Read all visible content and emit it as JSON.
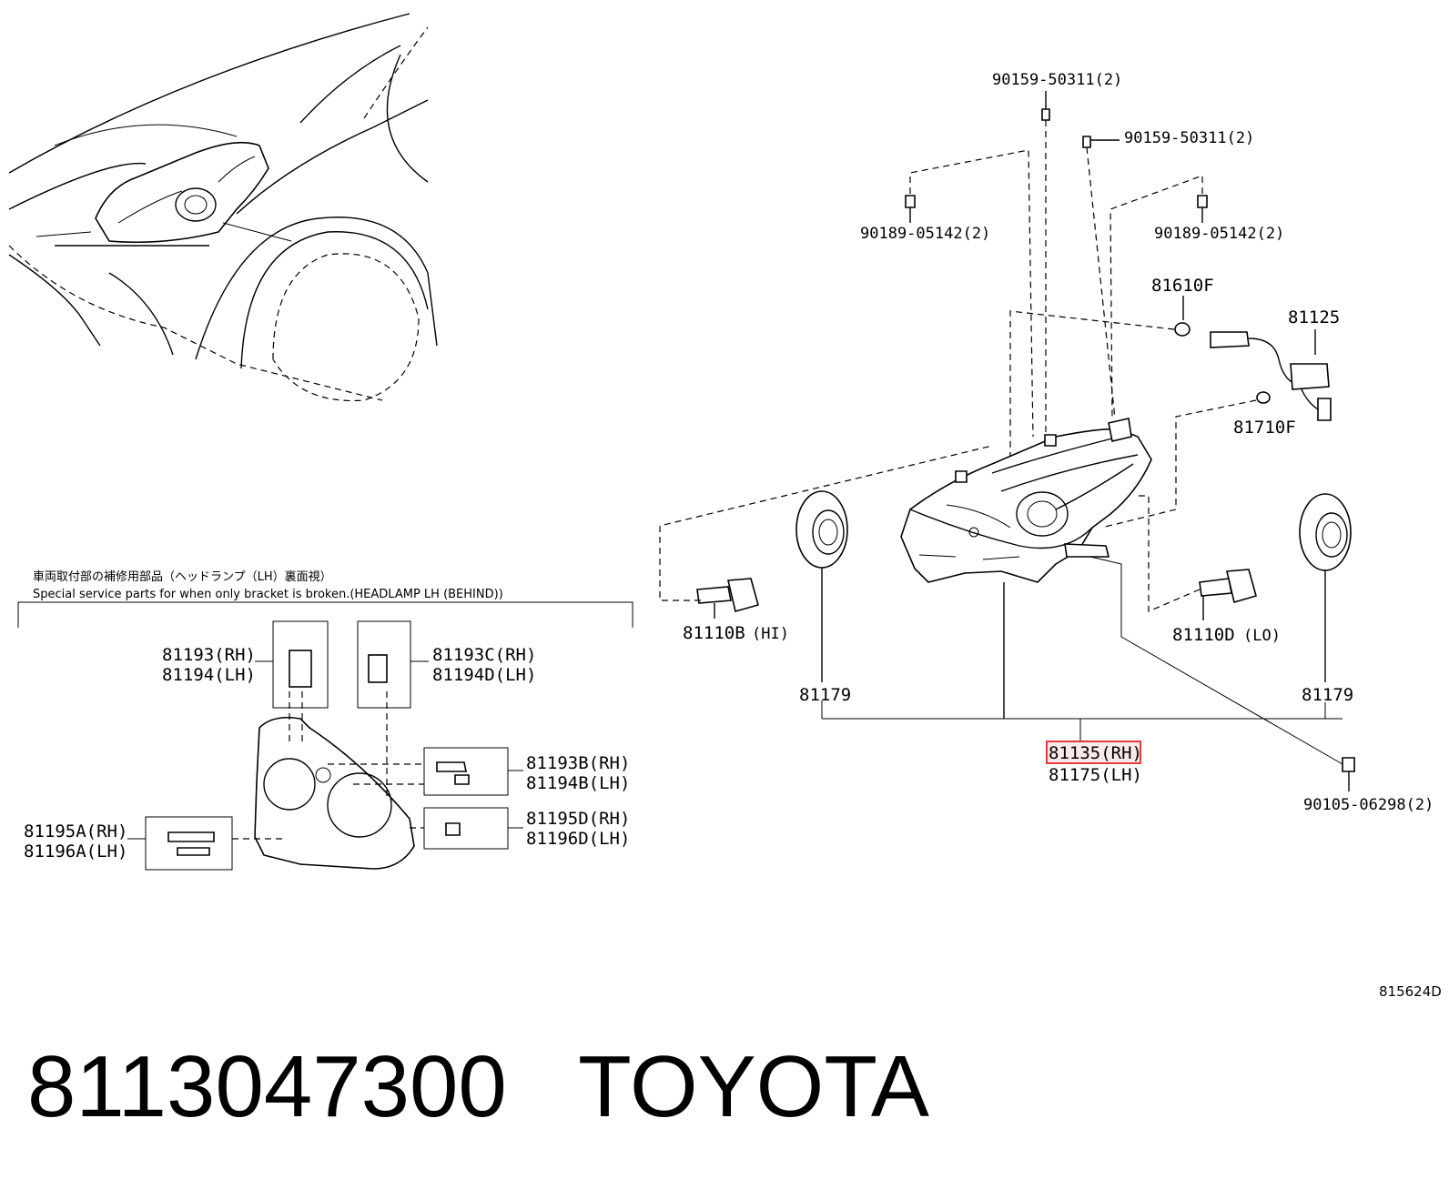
{
  "diagram": {
    "note_ja": "車両取付部の補修用部品（ヘッドランプ（LH）裏面視）",
    "note_en": "Special service parts for when only bracket is broken.(HEADLAMP LH (BEHIND))",
    "drawing_code": "815624D",
    "labels": {
      "bolt_top": "90159-50311(2)",
      "bolt_top2": "90159-50311(2)",
      "screw_left": "90189-05142(2)",
      "screw_right": "90189-05142(2)",
      "cap_810f": "81610F",
      "socket_81125": "81125",
      "cap_81710f": "81710F",
      "bulb_hi": "81110B",
      "bulb_hi_suffix": "(HI)",
      "bulb_lo": "81110D",
      "bulb_lo_suffix": "(LO)",
      "cover_left": "81179",
      "cover_right": "81179",
      "assy_rh": "81135(RH)",
      "assy_lh": "81175(LH)",
      "screw_bottom": "90105-06298(2)",
      "b81193_rh": "81193(RH)",
      "b81194_lh": "81194(LH)",
      "b81193c_rh": "81193C(RH)",
      "b81194d_lh": "81194D(LH)",
      "b81193b_rh": "81193B(RH)",
      "b81194b_lh": "81194B(LH)",
      "b81195d_rh": "81195D(RH)",
      "b81196d_lh": "81196D(LH)",
      "b81195a_rh": "81195A(RH)",
      "b81196a_lh": "81196A(LH)"
    },
    "highlight_color": "#e23a3a"
  },
  "footer": {
    "part_number": "8113047300",
    "brand": "TOYOTA"
  }
}
